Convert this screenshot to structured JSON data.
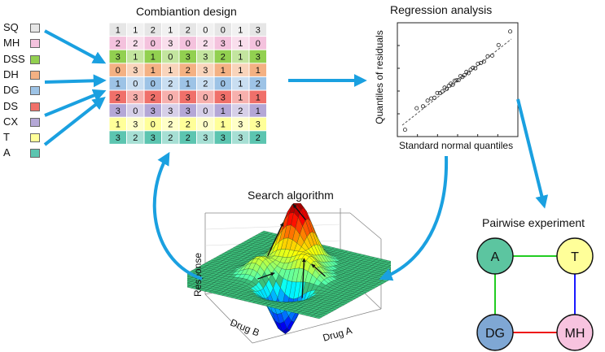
{
  "drugs": [
    {
      "label": "SQ",
      "color": "#e6e6e6"
    },
    {
      "label": "MH",
      "color": "#f4c2dd"
    },
    {
      "label": "DSS",
      "color": "#92d050"
    },
    {
      "label": "DH",
      "color": "#f4b183"
    },
    {
      "label": "DG",
      "color": "#9dc3e6"
    },
    {
      "label": "DS",
      "color": "#f0706a"
    },
    {
      "label": "CX",
      "color": "#b4a7d6"
    },
    {
      "label": "T",
      "color": "#ffff99"
    },
    {
      "label": "A",
      "color": "#5cc5b0"
    }
  ],
  "design": {
    "title": "Combiantion design",
    "rows": [
      [
        "1",
        "1",
        "2",
        "1",
        "2",
        "0",
        "0",
        "1",
        "3"
      ],
      [
        "2",
        "2",
        "0",
        "3",
        "0",
        "2",
        "3",
        "1",
        "0"
      ],
      [
        "3",
        "1",
        "1",
        "0",
        "3",
        "3",
        "2",
        "1",
        "3"
      ],
      [
        "0",
        "3",
        "1",
        "1",
        "2",
        "3",
        "1",
        "1",
        "1"
      ],
      [
        "1",
        "0",
        "0",
        "2",
        "1",
        "2",
        "0",
        "1",
        "2"
      ],
      [
        "2",
        "3",
        "2",
        "0",
        "3",
        "0",
        "3",
        "1",
        "1"
      ],
      [
        "3",
        "0",
        "3",
        "3",
        "3",
        "0",
        "1",
        "2",
        "1"
      ],
      [
        "1",
        "3",
        "0",
        "2",
        "2",
        "0",
        "1",
        "3",
        "3"
      ],
      [
        "3",
        "2",
        "3",
        "2",
        "2",
        "3",
        "3",
        "3",
        "2"
      ]
    ]
  },
  "regression": {
    "title": "Regression analysis",
    "xlabel": "Standard normal quantiles",
    "ylabel": "Quantiles of residuals"
  },
  "search": {
    "title": "Search algorithm",
    "zlabel": "Response",
    "xlabel": "Drug A",
    "ylabel": "Drug B"
  },
  "pairwise": {
    "title": "Pairwise experiment",
    "nodes": [
      {
        "label": "A",
        "color": "#5cc5a0"
      },
      {
        "label": "T",
        "color": "#ffff99"
      },
      {
        "label": "DG",
        "color": "#7fa7d4"
      },
      {
        "label": "MH",
        "color": "#f7c3df"
      }
    ],
    "edges": [
      {
        "from": "A",
        "to": "T",
        "color": "#22cc22"
      },
      {
        "from": "T",
        "to": "MH",
        "color": "#1a1aff"
      },
      {
        "from": "A",
        "to": "DG",
        "color": "#22cc22"
      },
      {
        "from": "DG",
        "to": "MH",
        "color": "#ee1111"
      }
    ]
  },
  "arrow_color": "#1aa0e0"
}
